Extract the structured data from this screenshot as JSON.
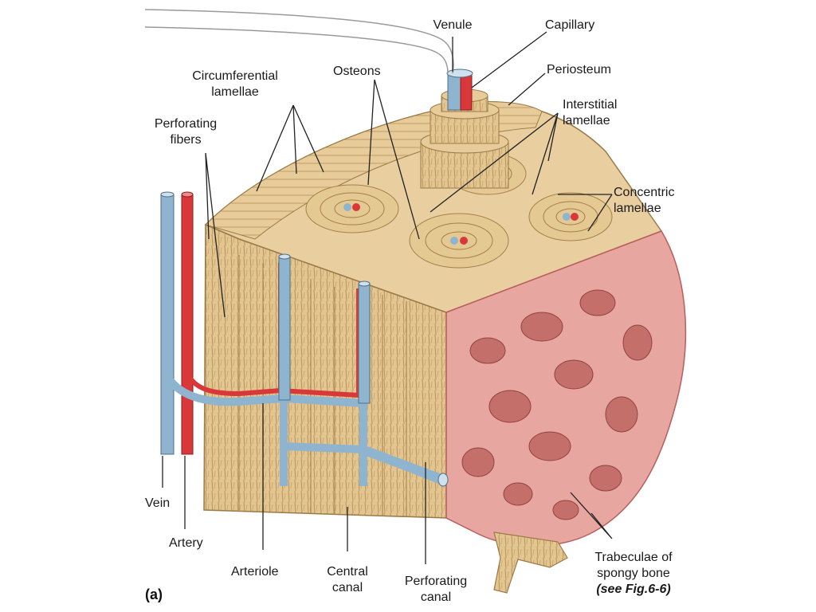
{
  "panel_letter": "(a)",
  "labels": {
    "venule": "Venule",
    "capillary": "Capillary",
    "periosteum": "Periosteum",
    "circumferential": [
      "Circumferential",
      "lamellae"
    ],
    "osteons": "Osteons",
    "interstitial": [
      "Interstitial",
      "lamellae"
    ],
    "perforating_fibers": [
      "Perforating",
      "fibers"
    ],
    "concentric": [
      "Concentric",
      "lamellae"
    ],
    "vein": "Vein",
    "artery": "Artery",
    "arteriole": "Arteriole",
    "central_canal": [
      "Central",
      "canal"
    ],
    "perforating_canal": [
      "Perforating",
      "canal"
    ],
    "trabeculae": [
      "Trabeculae of",
      "spongy bone",
      "(see Fig.6-6)"
    ]
  },
  "colors": {
    "bone": "#e3c590",
    "bone_dark": "#b08a55",
    "vein": "#8fb4cf",
    "artery": "#d9383a",
    "spongy": "#e8a6a0",
    "spongy_dark": "#b85e5e",
    "leader": "#222222"
  }
}
